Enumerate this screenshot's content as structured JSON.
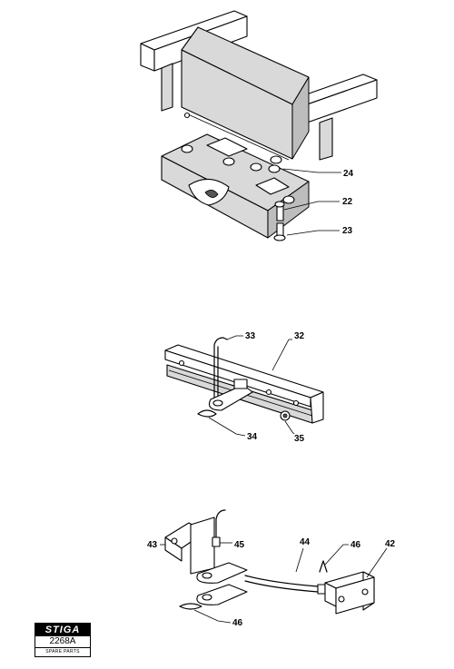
{
  "figure_top": {
    "callouts": [
      {
        "id": "24",
        "label": "24"
      },
      {
        "id": "22",
        "label": "22"
      },
      {
        "id": "23",
        "label": "23"
      }
    ]
  },
  "figure_middle": {
    "callouts": [
      {
        "id": "33",
        "label": "33"
      },
      {
        "id": "32",
        "label": "32"
      },
      {
        "id": "34",
        "label": "34"
      },
      {
        "id": "35",
        "label": "35"
      }
    ]
  },
  "figure_bottom": {
    "callouts": [
      {
        "id": "43",
        "label": "43"
      },
      {
        "id": "45",
        "label": "45"
      },
      {
        "id": "44",
        "label": "44"
      },
      {
        "id": "46a",
        "label": "46"
      },
      {
        "id": "42",
        "label": "42"
      },
      {
        "id": "46b",
        "label": "46"
      }
    ]
  },
  "badge": {
    "brand": "STIGA",
    "code": "2268A",
    "subtitle": "SPARE PARTS"
  }
}
